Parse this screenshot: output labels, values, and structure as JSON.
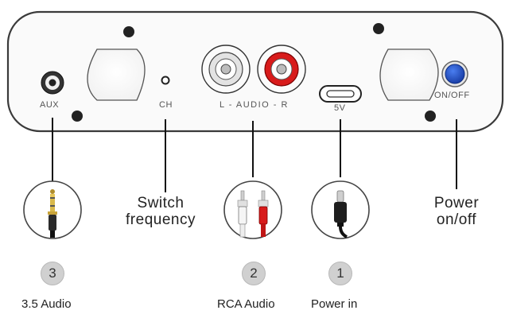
{
  "panel": {
    "aux_label": "AUX",
    "ch_label": "CH",
    "audio_label": "L - AUDIO - R",
    "dc_label": "5V",
    "power_label": "ON/OFF"
  },
  "callouts": {
    "switch_label_line1": "Switch",
    "switch_label_line2": "frequency",
    "power_label_line1": "Power",
    "power_label_line2": "on/off"
  },
  "items": [
    {
      "number": "3",
      "label": "3.5 Audio",
      "icon": "3.5mm-jack-icon"
    },
    {
      "number": "2",
      "label": "RCA Audio",
      "icon": "rca-cable-icon"
    },
    {
      "number": "1",
      "label": "Power in",
      "icon": "usb-c-cable-icon"
    }
  ],
  "colors": {
    "rca_left": "#ffffff",
    "rca_right": "#d81b1b",
    "power_button": "#1f4fc4",
    "line": "#111111"
  }
}
